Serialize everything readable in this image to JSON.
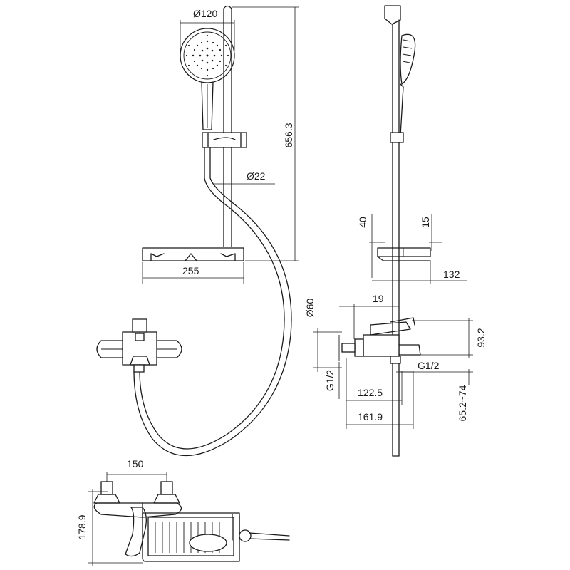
{
  "dimensions": {
    "head_diameter": "Ø120",
    "total_height": "656.3",
    "rail_diameter": "Ø22",
    "shelf_width": "255",
    "rail_offset_40": "40",
    "rail_offset_15": "15",
    "shelf_depth": "132",
    "mixer_diameter": "Ø60",
    "mixer_offset_19": "19",
    "mixer_height": "93.2",
    "thread_left": "G1/2",
    "thread_right": "G1/2",
    "spout_122": "122.5",
    "spout_161": "161.9",
    "eccentric_range": "65.2~74",
    "inlet_spacing": "150",
    "top_view_depth": "178.9"
  }
}
